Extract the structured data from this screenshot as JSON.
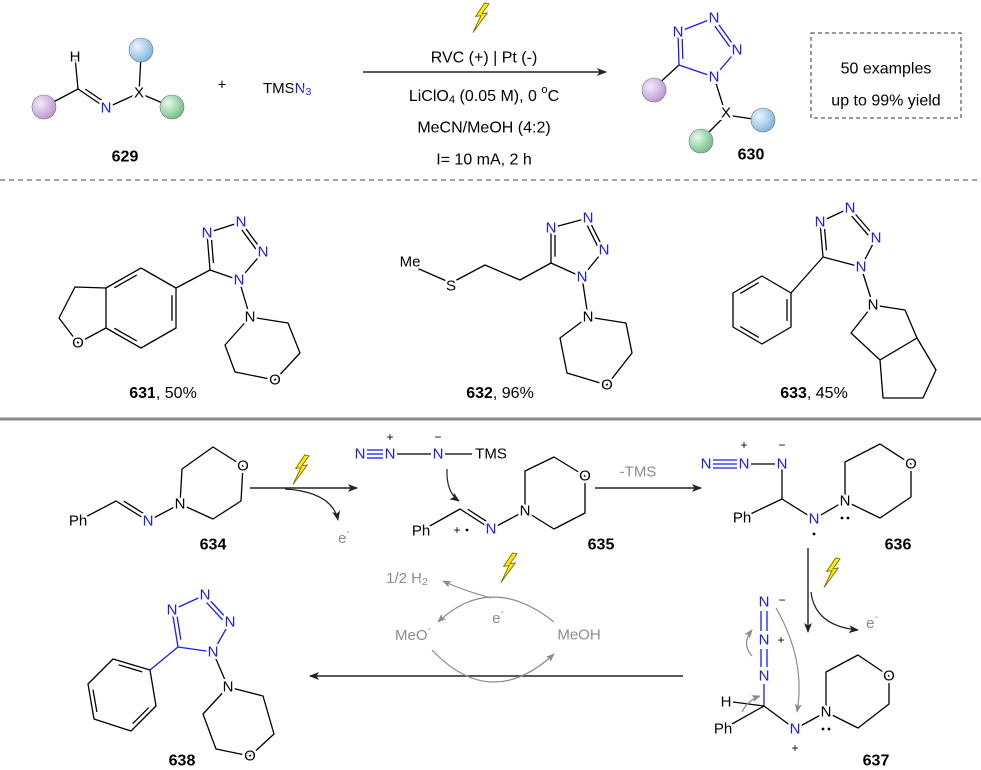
{
  "atoms": {
    "H": "H",
    "N": "N",
    "X": "X",
    "O": "O",
    "S": "S",
    "Me": "Me",
    "Ph": "Ph",
    "TMS": "TMS",
    "plus": "+",
    "minus": "−"
  },
  "colors": {
    "nitrogen": "#1a1aff",
    "gray": "#8c8c8c",
    "bolt": "#ffec00",
    "purple": "#c7a9dc",
    "blue": "#8fbfe8",
    "green": "#7fcb92"
  },
  "reaction": {
    "reactant_id": "629",
    "plus": "+",
    "reagent": {
      "prefix": "TMS",
      "azide": "N",
      "azide_sub": "3"
    },
    "conditions": {
      "line1": "RVC (+) | Pt (-)",
      "line2": {
        "a": "LiClO",
        "sub": "4",
        "b": " (0.05 M), 0 ",
        "sup": "o",
        "c": "C"
      },
      "line3": "MeCN/MeOH (4:2)",
      "line4": "I= 10 mA, 2 h"
    },
    "product_id": "630",
    "scope_box": {
      "line1": "50 examples",
      "line2": "up to 99% yield"
    }
  },
  "examples": [
    {
      "id": "631",
      "yield": ", 50%"
    },
    {
      "id": "632",
      "yield": ", 96%"
    },
    {
      "id": "633",
      "yield": ", 45%"
    }
  ],
  "mechanism": {
    "ids": [
      "634",
      "635",
      "636",
      "637",
      "638"
    ],
    "electron": {
      "e": "e",
      "sup": "-"
    },
    "minus_tms": "-TMS",
    "hydrogen": {
      "a": "1/2 H",
      "sub": "2"
    },
    "methoxide": {
      "a": "MeO",
      "sup": "-"
    },
    "methanol": "MeOH"
  }
}
